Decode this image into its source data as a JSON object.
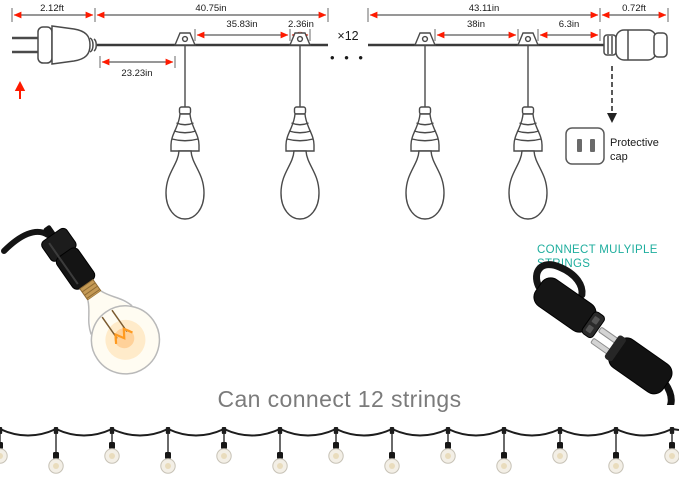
{
  "diagram": {
    "dims": {
      "plug_lead": "2.12ft",
      "left_string": "40.75in",
      "right_string": "43.11in",
      "end_lead": "0.72ft",
      "socket_gap_left": "35.83in",
      "hanger_width": "2.36in",
      "lead_to_first_socket": "23.23in",
      "socket_gap_right": "38in",
      "last_socket_to_end": "6.3in"
    },
    "multiplier": "×12",
    "ellipsis": "• • •",
    "protective_cap": {
      "line1": "Protective",
      "line2": "cap"
    }
  },
  "callouts": {
    "connect_multiple_line1": "CONNECT MULYIPLE",
    "connect_multiple_line2": "STRINGS",
    "caption": "Can connect 12 strings"
  },
  "colors": {
    "arrow_red": "#ff1a00",
    "teal": "#1fae9e",
    "caption_gray": "#7b7b7b",
    "line_dark": "#3a3a3a"
  }
}
